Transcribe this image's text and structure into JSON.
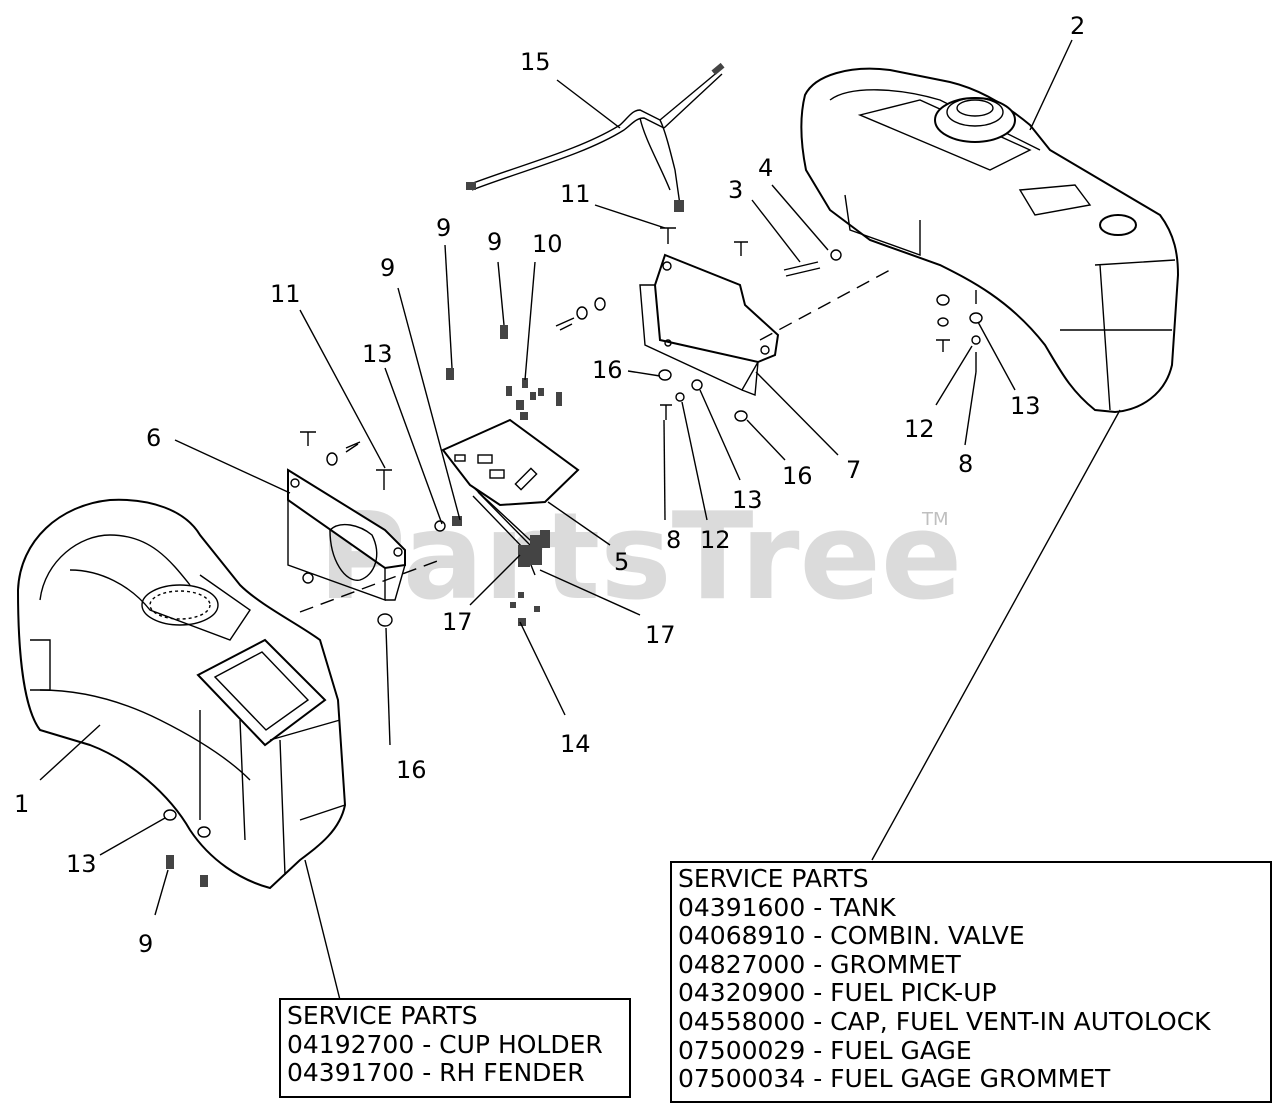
{
  "watermark": "PartsTree",
  "watermark_tm": "TM",
  "callouts": [
    {
      "id": "c1",
      "text": "1"
    },
    {
      "id": "c2",
      "text": "2"
    },
    {
      "id": "c3",
      "text": "3"
    },
    {
      "id": "c4",
      "text": "4"
    },
    {
      "id": "c5",
      "text": "5"
    },
    {
      "id": "c6",
      "text": "6"
    },
    {
      "id": "c7",
      "text": "7"
    },
    {
      "id": "c8a",
      "text": "8"
    },
    {
      "id": "c8b",
      "text": "8"
    },
    {
      "id": "c9a",
      "text": "9"
    },
    {
      "id": "c9b",
      "text": "9"
    },
    {
      "id": "c9c",
      "text": "9"
    },
    {
      "id": "c9d",
      "text": "9"
    },
    {
      "id": "c10",
      "text": "10"
    },
    {
      "id": "c11a",
      "text": "11"
    },
    {
      "id": "c11b",
      "text": "11"
    },
    {
      "id": "c12a",
      "text": "12"
    },
    {
      "id": "c12b",
      "text": "12"
    },
    {
      "id": "c13a",
      "text": "13"
    },
    {
      "id": "c13b",
      "text": "13"
    },
    {
      "id": "c13c",
      "text": "13"
    },
    {
      "id": "c13d",
      "text": "13"
    },
    {
      "id": "c14",
      "text": "14"
    },
    {
      "id": "c15",
      "text": "15"
    },
    {
      "id": "c16a",
      "text": "16"
    },
    {
      "id": "c16b",
      "text": "16"
    },
    {
      "id": "c16c",
      "text": "16"
    },
    {
      "id": "c17a",
      "text": "17"
    },
    {
      "id": "c17b",
      "text": "17"
    }
  ],
  "service_boxes": {
    "left": {
      "heading": "SERVICE PARTS",
      "items": [
        "04192700 - CUP HOLDER",
        "04391700 - RH FENDER"
      ]
    },
    "right": {
      "heading": "SERVICE PARTS",
      "items": [
        "04391600 - TANK",
        "04068910 - COMBIN. VALVE",
        "04827000 - GROMMET",
        "04320900 - FUEL PICK-UP",
        "04558000 - CAP, FUEL VENT-IN AUTOLOCK",
        "07500029 - FUEL GAGE",
        "07500034 - FUEL GAGE GROMMET"
      ]
    }
  }
}
